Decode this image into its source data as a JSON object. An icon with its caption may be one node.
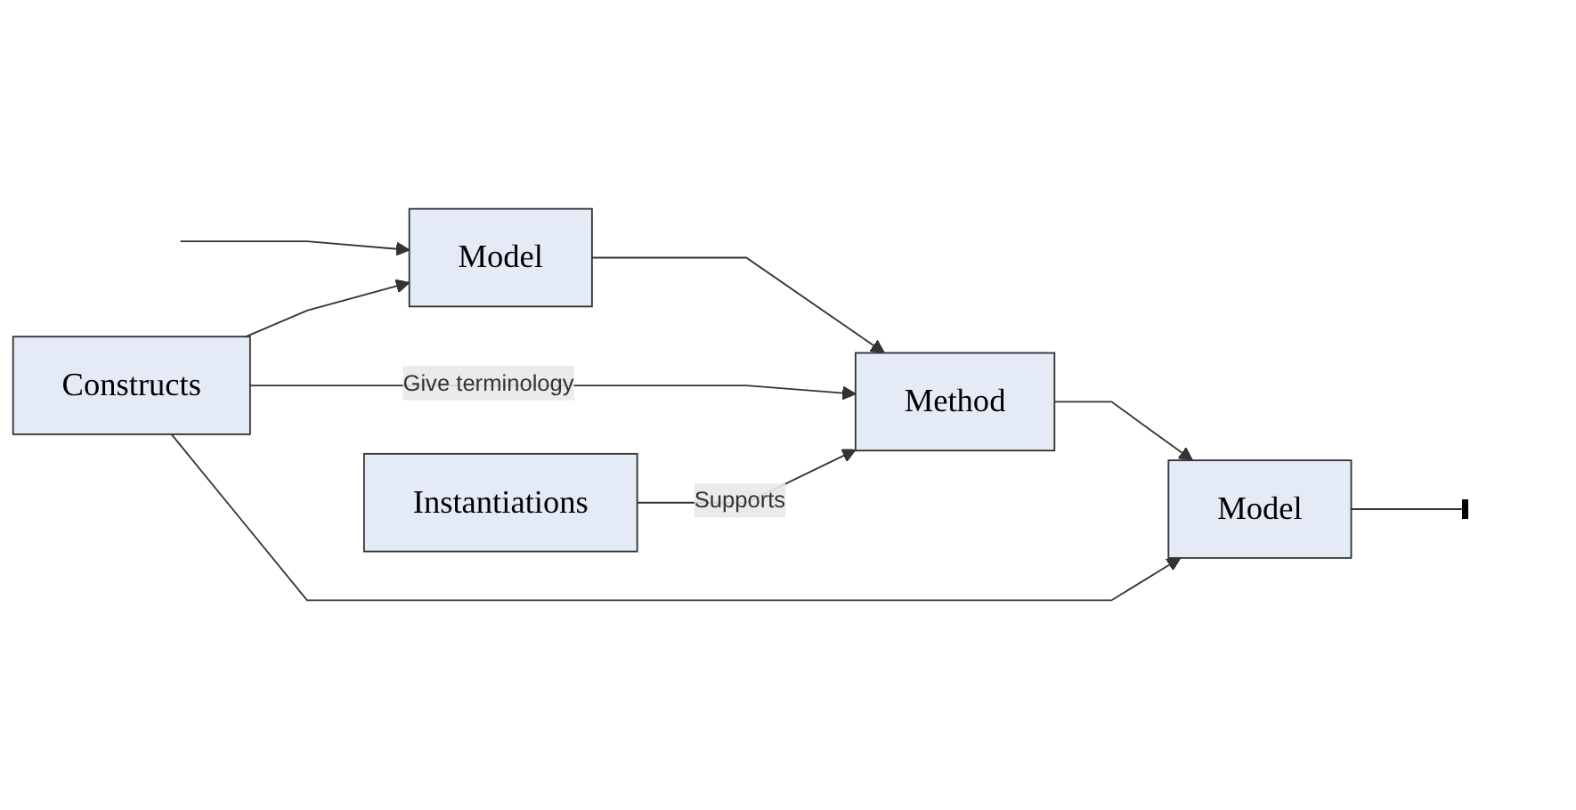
{
  "diagram": {
    "nodes": [
      {
        "text": [
          "Constructs"
        ]
      },
      {
        "text": [
          "Model"
        ]
      },
      {
        "text": [
          "Method"
        ]
      },
      {
        "text": [
          "Model"
        ]
      },
      {
        "text": [
          "Instantiations"
        ]
      }
    ],
    "edges": [
      {
        "from": null,
        "to": 1,
        "arrow": "to"
      },
      {
        "from": 1,
        "to": 2,
        "arrow": "to"
      },
      {
        "from": 2,
        "to": 3,
        "arrow": "to"
      },
      {
        "from": 3,
        "to": null,
        "arrow": "other"
      },
      {
        "from": 0,
        "to": 1,
        "arrow": "to"
      },
      {
        "from": 0,
        "to": 2,
        "arrow": "to",
        "label": "Give terminology"
      },
      {
        "from": 0,
        "to": 3,
        "arrow": "to"
      },
      {
        "from": 4,
        "to": 2,
        "arrow": "to",
        "label": "Supports"
      }
    ]
  }
}
